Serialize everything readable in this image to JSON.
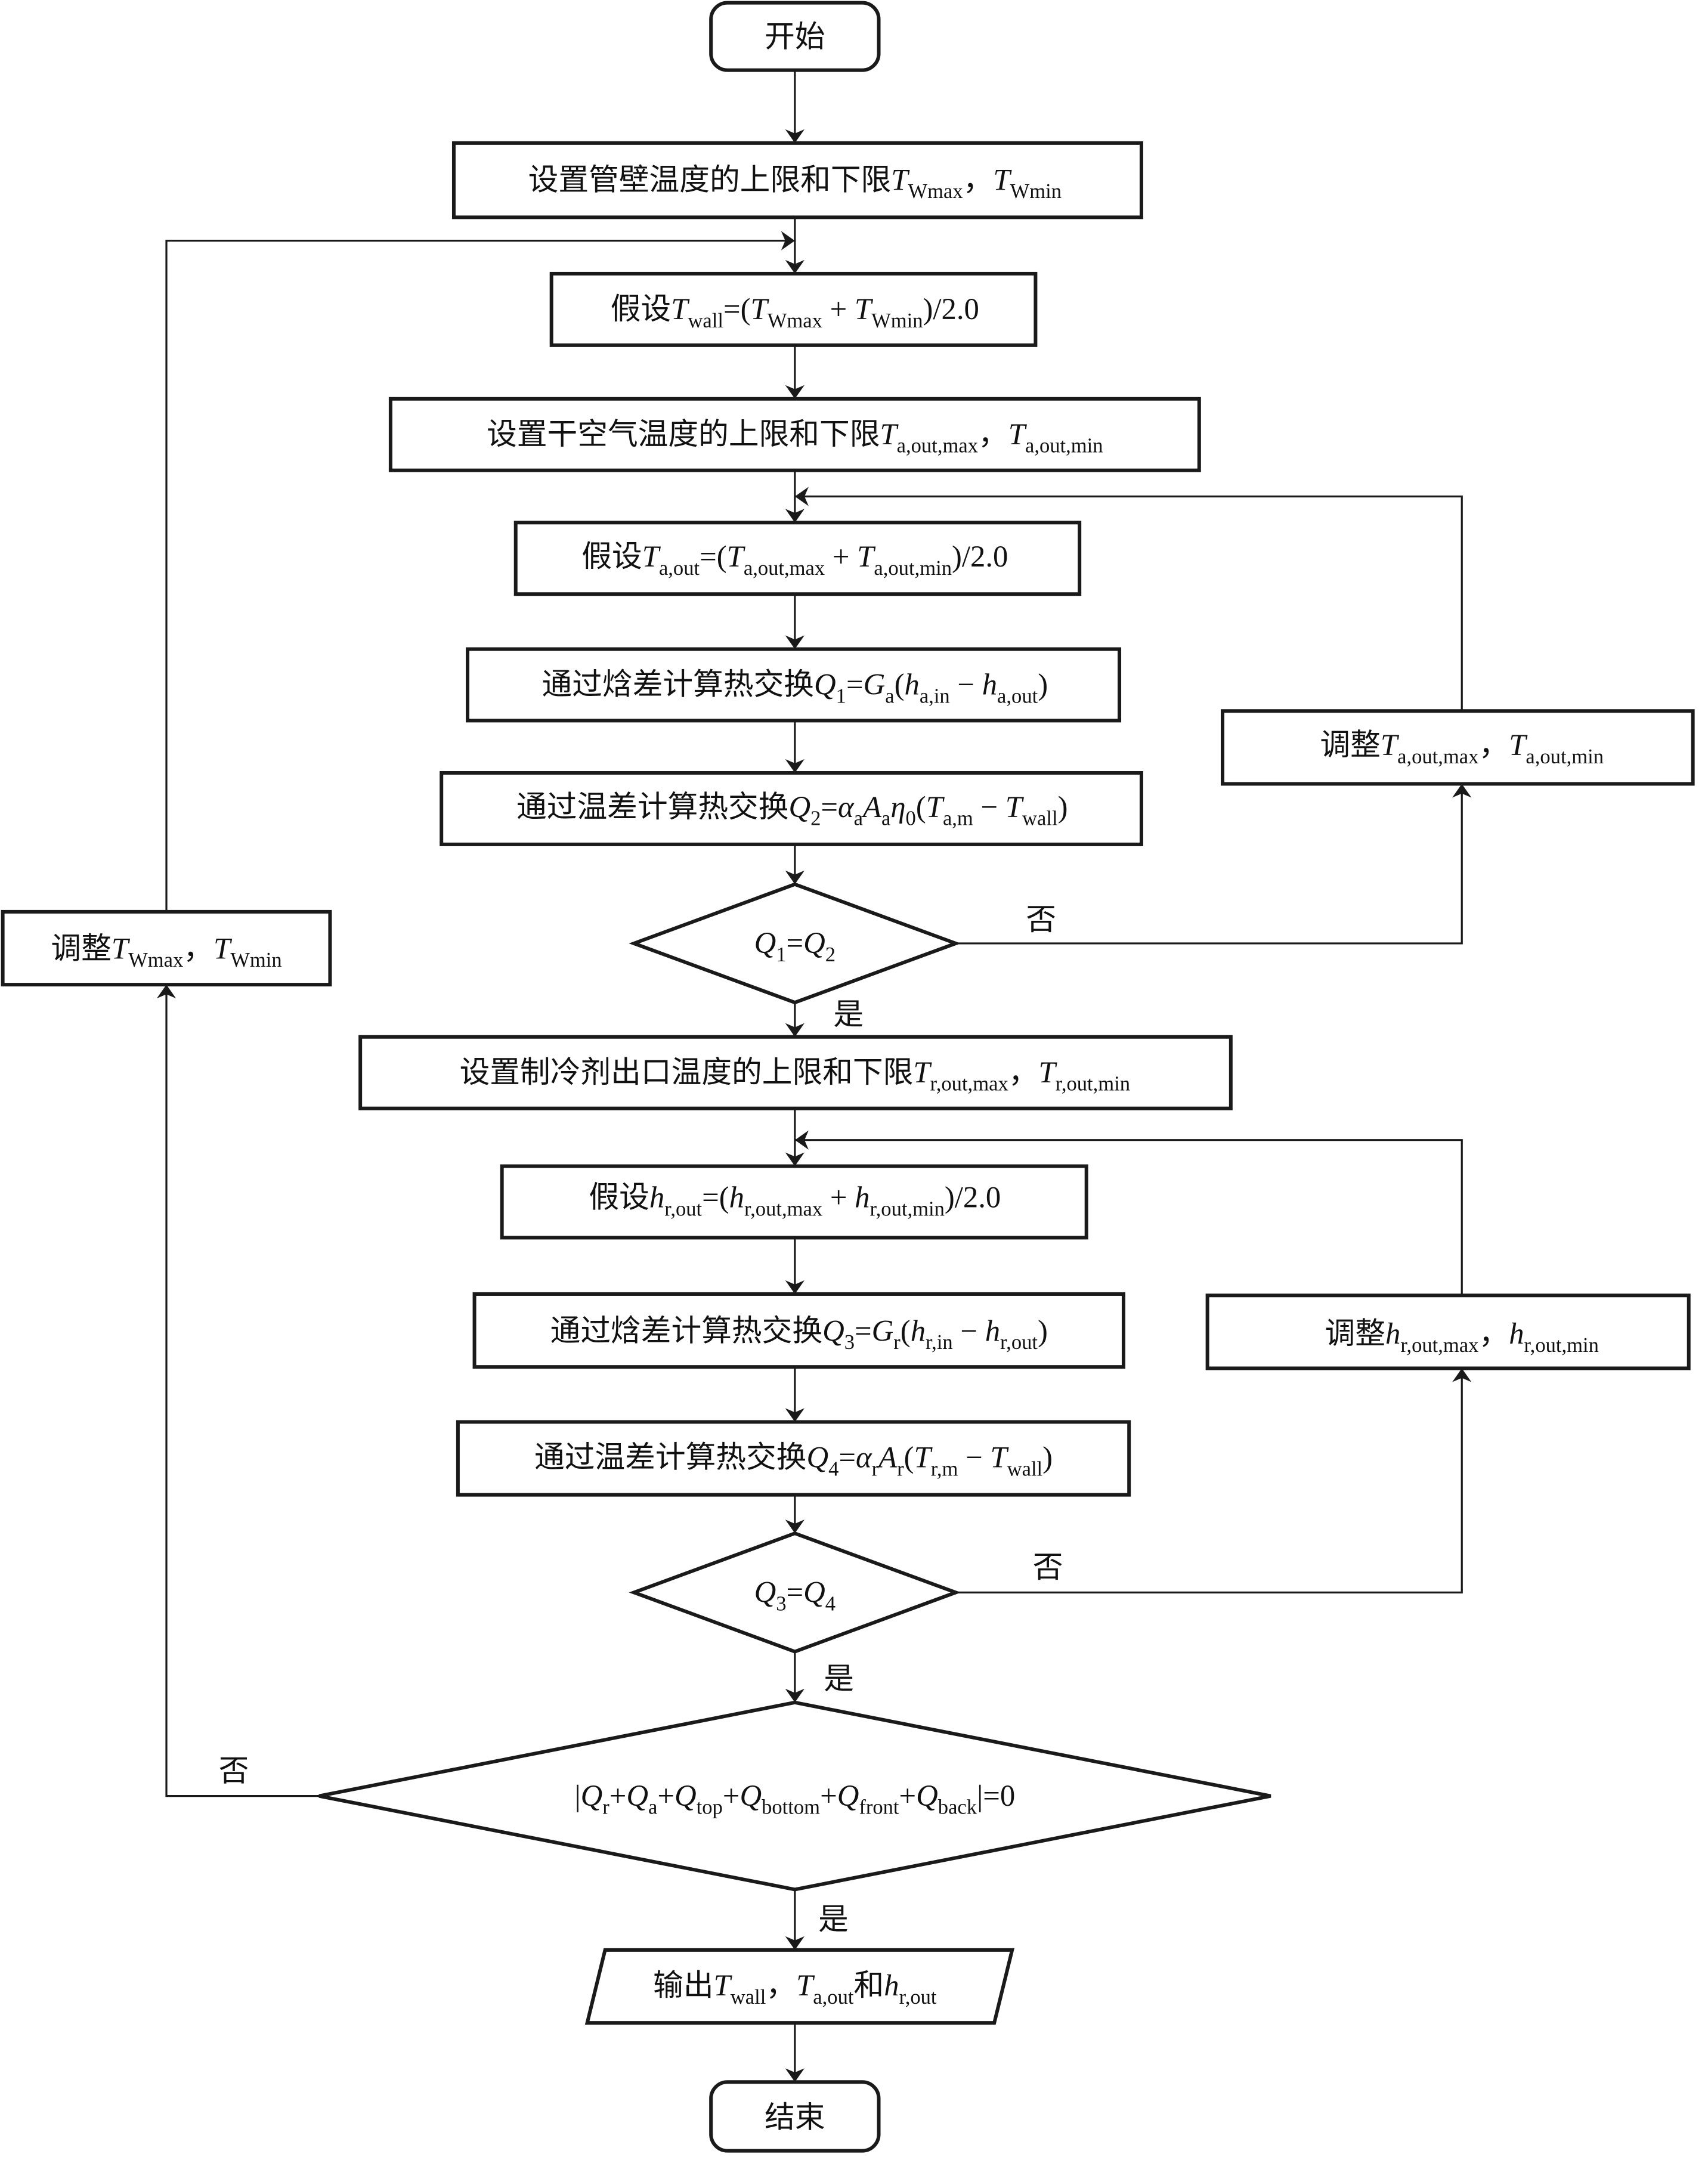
{
  "diagram": {
    "title": "",
    "nodes": [
      {
        "id": "start",
        "type": "terminal",
        "segments": [
          {
            "t": "开始",
            "k": "cn"
          }
        ]
      },
      {
        "id": "set-wall-limits",
        "type": "process",
        "segments": [
          {
            "t": "设置管壁温度的上限和下限",
            "k": "cn"
          },
          {
            "t": "T",
            "k": "it"
          },
          {
            "t": "Wmax",
            "k": "sub"
          },
          {
            "t": "，",
            "k": "cn"
          },
          {
            "t": "T",
            "k": "it"
          },
          {
            "t": "Wmin",
            "k": "sub"
          }
        ]
      },
      {
        "id": "assume-twall",
        "type": "process",
        "segments": [
          {
            "t": "假设",
            "k": "cn"
          },
          {
            "t": "T",
            "k": "it"
          },
          {
            "t": "wall",
            "k": "sub"
          },
          {
            "t": "=(",
            "k": "n"
          },
          {
            "t": "T",
            "k": "it"
          },
          {
            "t": "Wmax",
            "k": "sub"
          },
          {
            "t": " + ",
            "k": "n"
          },
          {
            "t": "T",
            "k": "it"
          },
          {
            "t": "Wmin",
            "k": "sub"
          },
          {
            "t": ")/2.0",
            "k": "n"
          }
        ]
      },
      {
        "id": "set-air-limits",
        "type": "process",
        "segments": [
          {
            "t": "设置干空气温度的上限和下限",
            "k": "cn"
          },
          {
            "t": "T",
            "k": "it"
          },
          {
            "t": "a,out,max",
            "k": "sub"
          },
          {
            "t": "，",
            "k": "cn"
          },
          {
            "t": "T",
            "k": "it"
          },
          {
            "t": "a,out,min",
            "k": "sub"
          }
        ]
      },
      {
        "id": "assume-taout",
        "type": "process",
        "segments": [
          {
            "t": "假设",
            "k": "cn"
          },
          {
            "t": "T",
            "k": "it"
          },
          {
            "t": "a,out",
            "k": "sub"
          },
          {
            "t": "=(",
            "k": "n"
          },
          {
            "t": "T",
            "k": "it"
          },
          {
            "t": "a,out,max",
            "k": "sub"
          },
          {
            "t": " + ",
            "k": "n"
          },
          {
            "t": "T",
            "k": "it"
          },
          {
            "t": "a,out,min",
            "k": "sub"
          },
          {
            "t": ")/2.0",
            "k": "n"
          }
        ]
      },
      {
        "id": "calc-q1",
        "type": "process",
        "segments": [
          {
            "t": "通过焓差计算热交换",
            "k": "cn"
          },
          {
            "t": "Q",
            "k": "it"
          },
          {
            "t": "1",
            "k": "sub"
          },
          {
            "t": "=",
            "k": "n"
          },
          {
            "t": "G",
            "k": "it"
          },
          {
            "t": "a",
            "k": "sub"
          },
          {
            "t": "(",
            "k": "n"
          },
          {
            "t": "h",
            "k": "it"
          },
          {
            "t": "a,in",
            "k": "sub"
          },
          {
            "t": " − ",
            "k": "n"
          },
          {
            "t": "h",
            "k": "it"
          },
          {
            "t": "a,out",
            "k": "sub"
          },
          {
            "t": ")",
            "k": "n"
          }
        ]
      },
      {
        "id": "calc-q2",
        "type": "process",
        "segments": [
          {
            "t": "通过温差计算热交换",
            "k": "cn"
          },
          {
            "t": "Q",
            "k": "it"
          },
          {
            "t": "2",
            "k": "sub"
          },
          {
            "t": "=",
            "k": "n"
          },
          {
            "t": "α",
            "k": "it"
          },
          {
            "t": "a",
            "k": "sub"
          },
          {
            "t": "A",
            "k": "it"
          },
          {
            "t": "a",
            "k": "sub"
          },
          {
            "t": "η",
            "k": "it"
          },
          {
            "t": "0",
            "k": "sub"
          },
          {
            "t": "(",
            "k": "n"
          },
          {
            "t": "T",
            "k": "it"
          },
          {
            "t": "a,m",
            "k": "sub"
          },
          {
            "t": " − ",
            "k": "n"
          },
          {
            "t": "T",
            "k": "it"
          },
          {
            "t": "wall",
            "k": "sub"
          },
          {
            "t": ")",
            "k": "n"
          }
        ]
      },
      {
        "id": "check-q1-q2",
        "type": "decision",
        "segments": [
          {
            "t": "Q",
            "k": "it"
          },
          {
            "t": "1",
            "k": "sub"
          },
          {
            "t": "=",
            "k": "n"
          },
          {
            "t": "Q",
            "k": "it"
          },
          {
            "t": "2",
            "k": "sub"
          }
        ]
      },
      {
        "id": "adjust-taout",
        "type": "process",
        "segments": [
          {
            "t": "调整",
            "k": "cn"
          },
          {
            "t": "T",
            "k": "it"
          },
          {
            "t": "a,out,max",
            "k": "sub"
          },
          {
            "t": "，",
            "k": "cn"
          },
          {
            "t": "T",
            "k": "it"
          },
          {
            "t": "a,out,min",
            "k": "sub"
          }
        ]
      },
      {
        "id": "set-ref-limits",
        "type": "process",
        "segments": [
          {
            "t": "设置制冷剂出口温度的上限和下限",
            "k": "cn"
          },
          {
            "t": "T",
            "k": "it"
          },
          {
            "t": "r,out,max",
            "k": "sub"
          },
          {
            "t": "，",
            "k": "cn"
          },
          {
            "t": "T",
            "k": "it"
          },
          {
            "t": "r,out,min",
            "k": "sub"
          }
        ]
      },
      {
        "id": "assume-hrout",
        "type": "process",
        "segments": [
          {
            "t": "假设",
            "k": "cn"
          },
          {
            "t": "h",
            "k": "it"
          },
          {
            "t": "r,out",
            "k": "sub"
          },
          {
            "t": "=(",
            "k": "n"
          },
          {
            "t": "h",
            "k": "it"
          },
          {
            "t": "r,out,max",
            "k": "sub"
          },
          {
            "t": " + ",
            "k": "n"
          },
          {
            "t": "h",
            "k": "it"
          },
          {
            "t": "r,out,min",
            "k": "sub"
          },
          {
            "t": ")/2.0",
            "k": "n"
          }
        ]
      },
      {
        "id": "calc-q3",
        "type": "process",
        "segments": [
          {
            "t": "通过焓差计算热交换",
            "k": "cn"
          },
          {
            "t": "Q",
            "k": "it"
          },
          {
            "t": "3",
            "k": "sub"
          },
          {
            "t": "=",
            "k": "n"
          },
          {
            "t": "G",
            "k": "it"
          },
          {
            "t": "r",
            "k": "sub"
          },
          {
            "t": "(",
            "k": "n"
          },
          {
            "t": "h",
            "k": "it"
          },
          {
            "t": "r,in",
            "k": "sub"
          },
          {
            "t": " − ",
            "k": "n"
          },
          {
            "t": "h",
            "k": "it"
          },
          {
            "t": "r,out",
            "k": "sub"
          },
          {
            "t": ")",
            "k": "n"
          }
        ]
      },
      {
        "id": "calc-q4",
        "type": "process",
        "segments": [
          {
            "t": "通过温差计算热交换",
            "k": "cn"
          },
          {
            "t": "Q",
            "k": "it"
          },
          {
            "t": "4",
            "k": "sub"
          },
          {
            "t": "=",
            "k": "n"
          },
          {
            "t": "α",
            "k": "it"
          },
          {
            "t": "r",
            "k": "sub"
          },
          {
            "t": "A",
            "k": "it"
          },
          {
            "t": "r",
            "k": "sub"
          },
          {
            "t": "(",
            "k": "n"
          },
          {
            "t": "T",
            "k": "it"
          },
          {
            "t": "r,m",
            "k": "sub"
          },
          {
            "t": " − ",
            "k": "n"
          },
          {
            "t": "T",
            "k": "it"
          },
          {
            "t": "wall",
            "k": "sub"
          },
          {
            "t": ")",
            "k": "n"
          }
        ]
      },
      {
        "id": "check-q3-q4",
        "type": "decision",
        "segments": [
          {
            "t": "Q",
            "k": "it"
          },
          {
            "t": "3",
            "k": "sub"
          },
          {
            "t": "=",
            "k": "n"
          },
          {
            "t": "Q",
            "k": "it"
          },
          {
            "t": "4",
            "k": "sub"
          }
        ]
      },
      {
        "id": "adjust-hrout",
        "type": "process",
        "segments": [
          {
            "t": "调整",
            "k": "cn"
          },
          {
            "t": "h",
            "k": "it"
          },
          {
            "t": "r,out,max",
            "k": "sub"
          },
          {
            "t": "，",
            "k": "cn"
          },
          {
            "t": "h",
            "k": "it"
          },
          {
            "t": "r,out,min",
            "k": "sub"
          }
        ]
      },
      {
        "id": "check-balance",
        "type": "decision",
        "segments": [
          {
            "t": "|",
            "k": "n"
          },
          {
            "t": "Q",
            "k": "it"
          },
          {
            "t": "r",
            "k": "sub"
          },
          {
            "t": "+",
            "k": "n"
          },
          {
            "t": "Q",
            "k": "it"
          },
          {
            "t": "a",
            "k": "sub"
          },
          {
            "t": "+",
            "k": "n"
          },
          {
            "t": "Q",
            "k": "it"
          },
          {
            "t": "top",
            "k": "sub"
          },
          {
            "t": "+",
            "k": "n"
          },
          {
            "t": "Q",
            "k": "it"
          },
          {
            "t": "bottom",
            "k": "sub"
          },
          {
            "t": "+",
            "k": "n"
          },
          {
            "t": "Q",
            "k": "it"
          },
          {
            "t": "front",
            "k": "sub"
          },
          {
            "t": "+",
            "k": "n"
          },
          {
            "t": "Q",
            "k": "it"
          },
          {
            "t": "back",
            "k": "sub"
          },
          {
            "t": "|=0",
            "k": "n"
          }
        ]
      },
      {
        "id": "adjust-twall",
        "type": "process",
        "segments": [
          {
            "t": "调整",
            "k": "cn"
          },
          {
            "t": "T",
            "k": "it"
          },
          {
            "t": "Wmax",
            "k": "sub"
          },
          {
            "t": "，",
            "k": "cn"
          },
          {
            "t": "T",
            "k": "it"
          },
          {
            "t": "Wmin",
            "k": "sub"
          }
        ]
      },
      {
        "id": "output",
        "type": "io",
        "segments": [
          {
            "t": "输出",
            "k": "cn"
          },
          {
            "t": "T",
            "k": "it"
          },
          {
            "t": "wall",
            "k": "sub"
          },
          {
            "t": "，",
            "k": "cn"
          },
          {
            "t": "T",
            "k": "it"
          },
          {
            "t": "a,out",
            "k": "sub"
          },
          {
            "t": "和",
            "k": "cn"
          },
          {
            "t": "h",
            "k": "it"
          },
          {
            "t": "r,out",
            "k": "sub"
          }
        ]
      },
      {
        "id": "end",
        "type": "terminal",
        "segments": [
          {
            "t": "结束",
            "k": "cn"
          }
        ]
      }
    ],
    "branch_labels": {
      "yes": "是",
      "no": "否"
    },
    "edges": [
      {
        "from": "start",
        "to": "set-wall-limits"
      },
      {
        "from": "set-wall-limits",
        "to": "assume-twall"
      },
      {
        "from": "assume-twall",
        "to": "set-air-limits"
      },
      {
        "from": "set-air-limits",
        "to": "assume-taout"
      },
      {
        "from": "assume-taout",
        "to": "calc-q1"
      },
      {
        "from": "calc-q1",
        "to": "calc-q2"
      },
      {
        "from": "calc-q2",
        "to": "check-q1-q2"
      },
      {
        "from": "check-q1-q2",
        "to": "adjust-taout",
        "label": "否"
      },
      {
        "from": "adjust-taout",
        "to": "assume-taout"
      },
      {
        "from": "check-q1-q2",
        "to": "set-ref-limits",
        "label": "是"
      },
      {
        "from": "set-ref-limits",
        "to": "assume-hrout"
      },
      {
        "from": "assume-hrout",
        "to": "calc-q3"
      },
      {
        "from": "calc-q3",
        "to": "calc-q4"
      },
      {
        "from": "calc-q4",
        "to": "check-q3-q4"
      },
      {
        "from": "check-q3-q4",
        "to": "adjust-hrout",
        "label": "否"
      },
      {
        "from": "adjust-hrout",
        "to": "assume-hrout"
      },
      {
        "from": "check-q3-q4",
        "to": "check-balance",
        "label": "是"
      },
      {
        "from": "check-balance",
        "to": "adjust-twall",
        "label": "否"
      },
      {
        "from": "adjust-twall",
        "to": "assume-twall"
      },
      {
        "from": "check-balance",
        "to": "output",
        "label": "是"
      },
      {
        "from": "output",
        "to": "end"
      }
    ]
  }
}
